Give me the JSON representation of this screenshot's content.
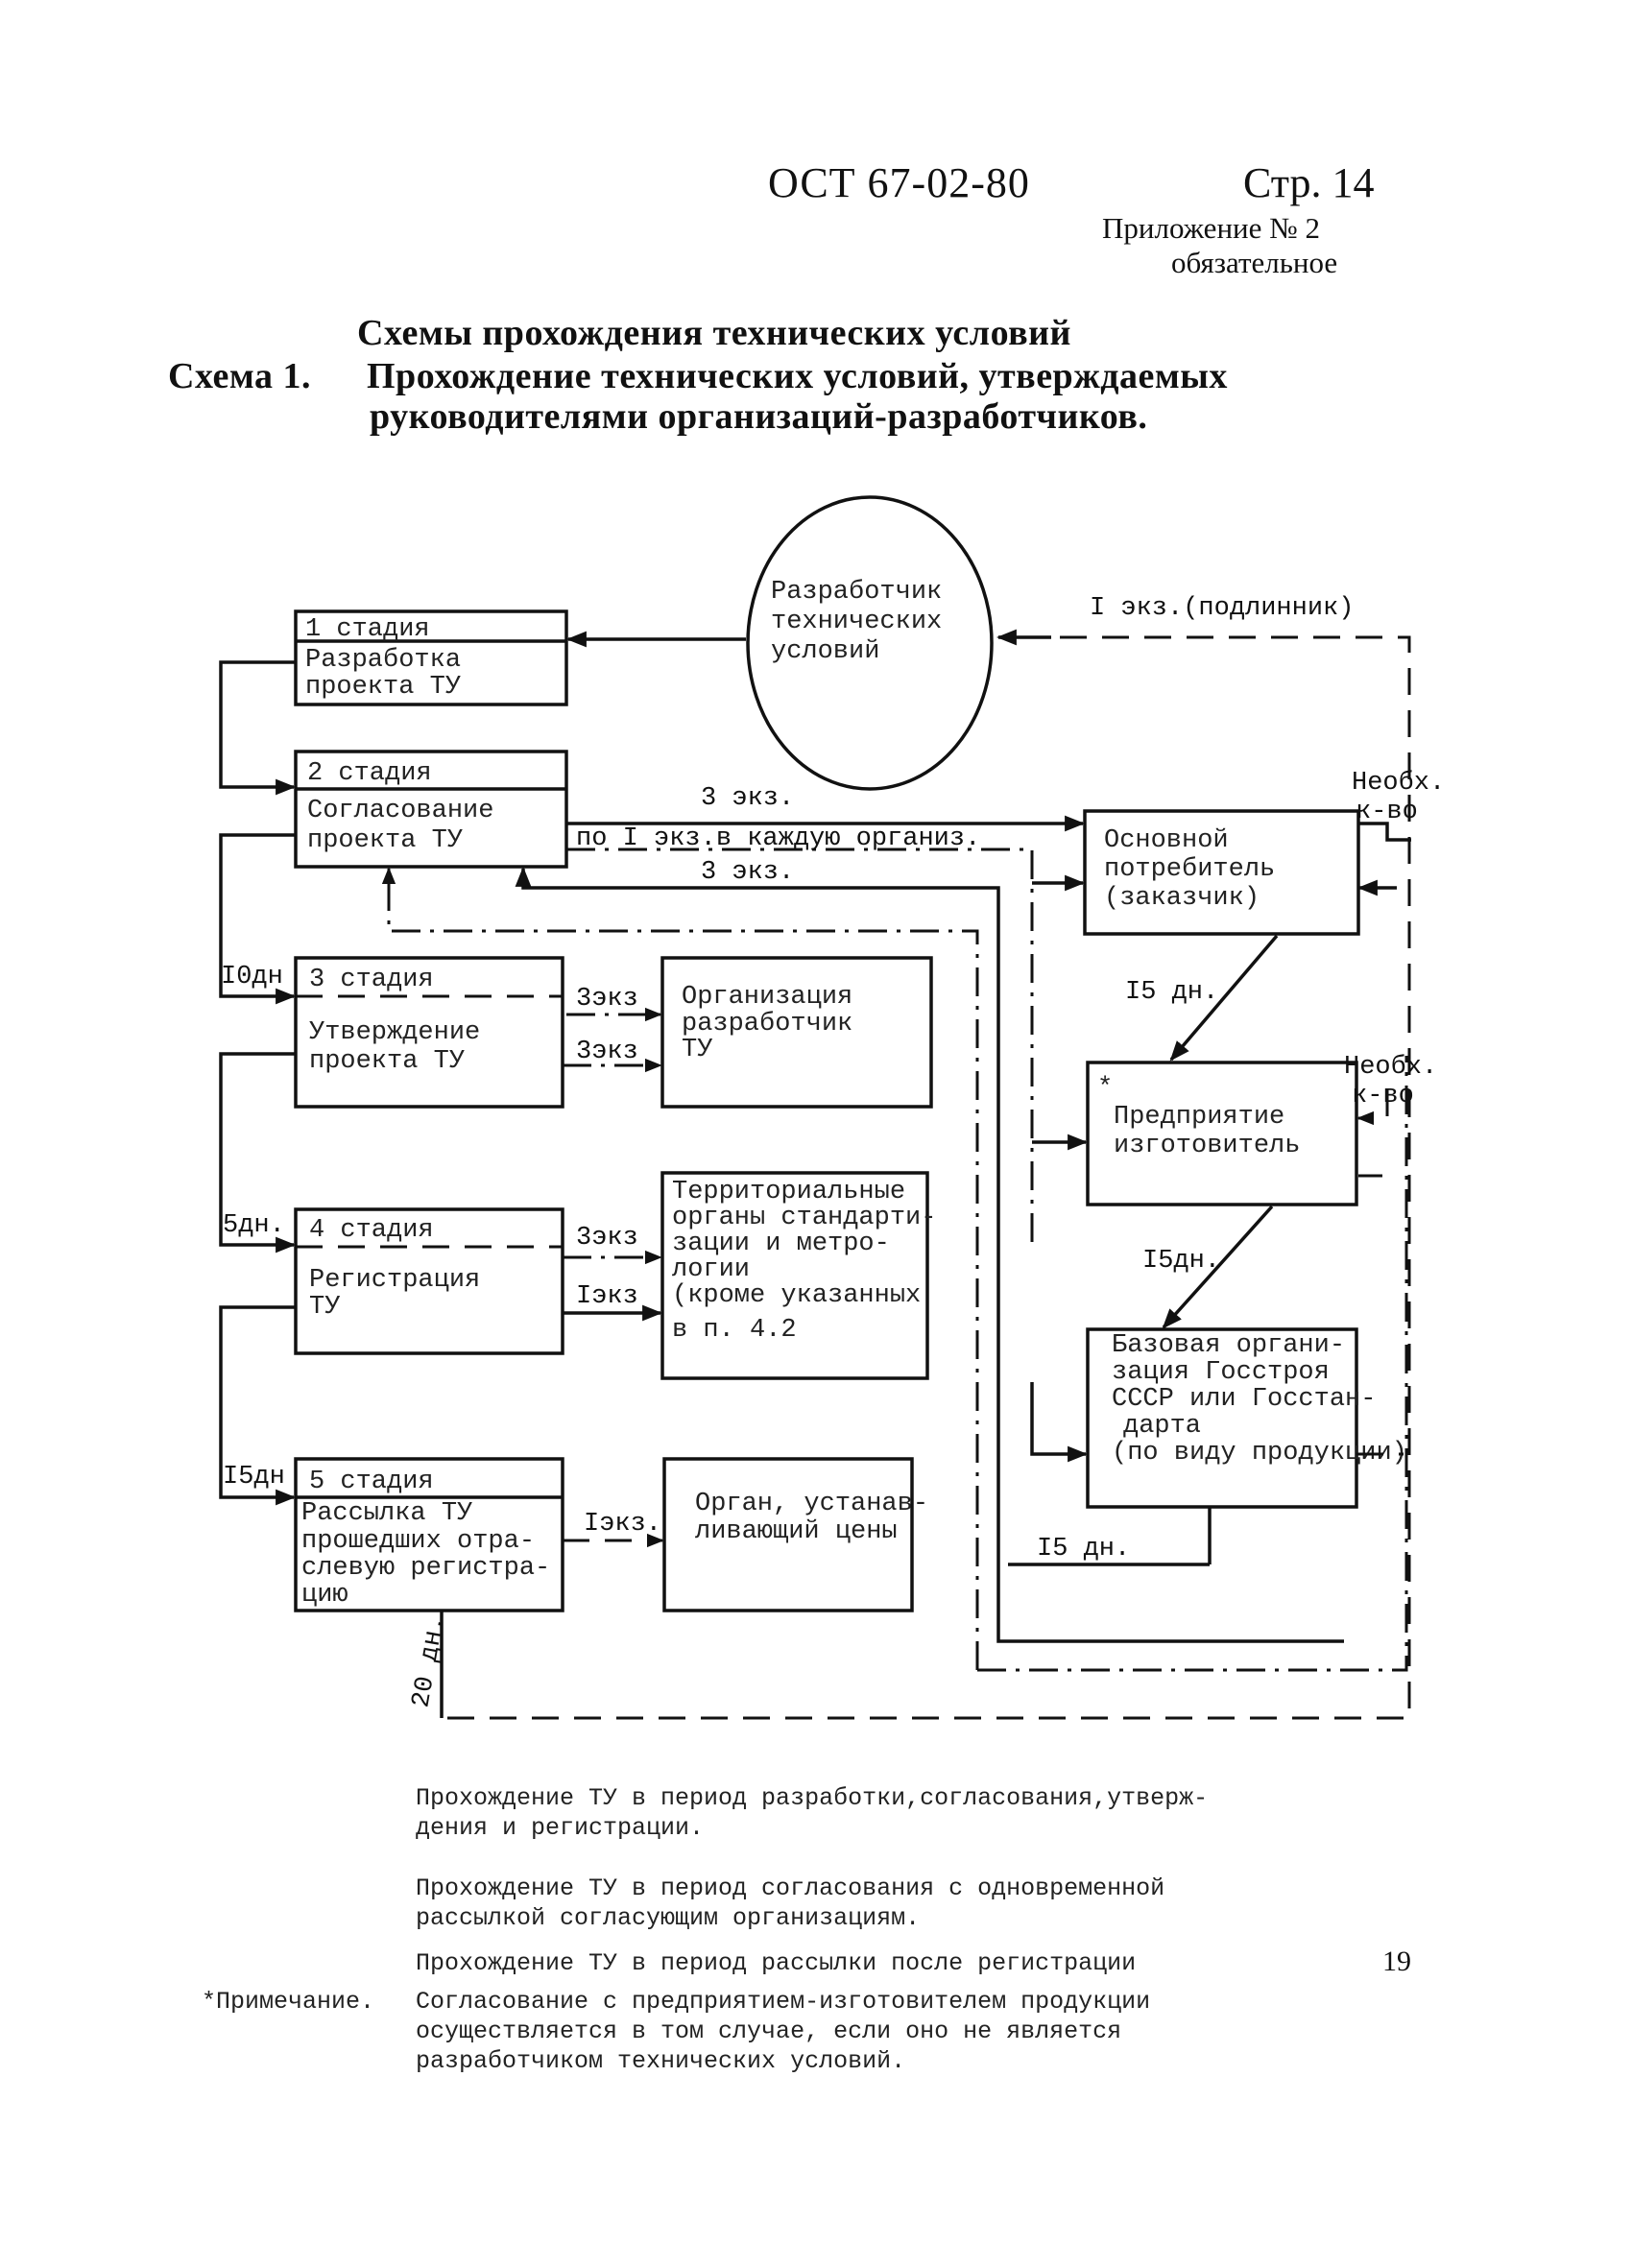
{
  "header": {
    "doc_code": "ОСТ 67-02-80",
    "page": "Стр. 14",
    "appendix": "Приложение № 2",
    "appendix_status": "обязательное"
  },
  "title": {
    "line1": "Схемы прохождения технических условий",
    "line2_label": "Схема 1.",
    "line2_text": "Прохождение технических условий, утверждаемых",
    "line3": "руководителями организаций-разработчиков."
  },
  "diagram": {
    "developer": [
      "Разработчик",
      "технических",
      "условий"
    ],
    "stages": [
      {
        "head": "1 стадия",
        "body": [
          "Разработка",
          "проекта ТУ"
        ]
      },
      {
        "head": "2 стадия",
        "body": [
          "Согласование",
          "проекта ТУ"
        ]
      },
      {
        "head": "3 стадия",
        "body": [
          "Утверждение",
          "проекта ТУ"
        ]
      },
      {
        "head": "4 стадия",
        "body": [
          "Регистрация",
          "ТУ"
        ]
      },
      {
        "head": "5 стадия",
        "body": [
          "Рассылка ТУ",
          "прошедших отра-",
          "слевую регистра-",
          "цию"
        ]
      }
    ],
    "organizations": [
      {
        "body": [
          "Основной",
          "потребитель",
          "(заказчик)"
        ]
      },
      {
        "body": [
          "*",
          "Предприятие",
          "изготовитель"
        ]
      },
      {
        "body": [
          "Базовая органи-",
          "зация Госстроя",
          "СССР или Госстан-",
          "дарта",
          "(по виду продукции)"
        ]
      },
      {
        "body": [
          "Организация",
          "разработчик",
          "ТУ"
        ]
      },
      {
        "body": [
          "Территориальные",
          "органы стандарти-",
          "зации и метро-",
          "логии",
          "(кроме указанных",
          "в п. 4.2"
        ]
      },
      {
        "body": [
          "Орган, устанав-",
          "ливающий цены"
        ]
      }
    ],
    "labels": {
      "one_copy_original": "I экз.(подлинник)",
      "three_copies_top": "3 экз.",
      "one_copy_each": "по I экз.в каждую организ.",
      "three_copies_bottom": "3 экз.",
      "if_needed_1": [
        "Необх.",
        "к-во"
      ],
      "if_needed_2": [
        "Необх.",
        "к-во"
      ],
      "days_15_a": "I5 дн.",
      "days_15_b": "I5дн.",
      "days_15_c": "I5 дн.",
      "days_10": "I0дн",
      "days_5": "5дн.",
      "days_15_d": "I5дн",
      "days_20": "20 дн.",
      "copies_3_a": "3экз",
      "copies_3_b": "3экз",
      "copies_3_c": "3экз",
      "copies_1_a": "Iэкз",
      "copies_1_b": "Iэкз."
    }
  },
  "legend": [
    {
      "style": "solid",
      "text": [
        "Прохождение ТУ в период разработки,согласования,утверж-",
        "дения и регистрации."
      ]
    },
    {
      "style": "dash-dot",
      "text": [
        "Прохождение ТУ в период согласования с одновременной",
        "рассылкой согласующим организациям."
      ]
    },
    {
      "style": "dashed",
      "text": [
        "Прохождение ТУ в период рассылки после регистрации"
      ]
    }
  ],
  "note": {
    "label": "*Примечание.",
    "text": "Согласование с предприятием-изготовителем продукции",
    "continuation": [
      "осуществляется в том случае, если оно не является",
      "разработчиком технических условий."
    ]
  },
  "side_number": "19"
}
